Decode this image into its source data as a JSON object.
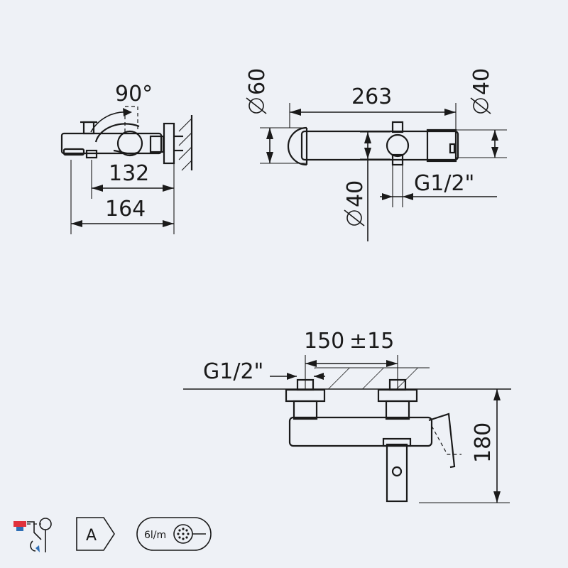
{
  "side_view": {
    "angle": "90°",
    "dim_inner": "132",
    "dim_outer": "164"
  },
  "top_view": {
    "dia_left": "60",
    "dia_right": "40",
    "dia_bottom": "40",
    "length": "263",
    "thread": "G1/2\""
  },
  "front_view": {
    "spacing": "150",
    "tolerance": "±15",
    "thread": "G1/2\"",
    "height": "180"
  },
  "badges": {
    "energy_class": "A",
    "flow_rate": "6l/m"
  },
  "colors": {
    "background": "#eef1f6",
    "line": "#1a1a1a",
    "accent_red": "#e0323c",
    "accent_blue": "#2f6fb5"
  }
}
